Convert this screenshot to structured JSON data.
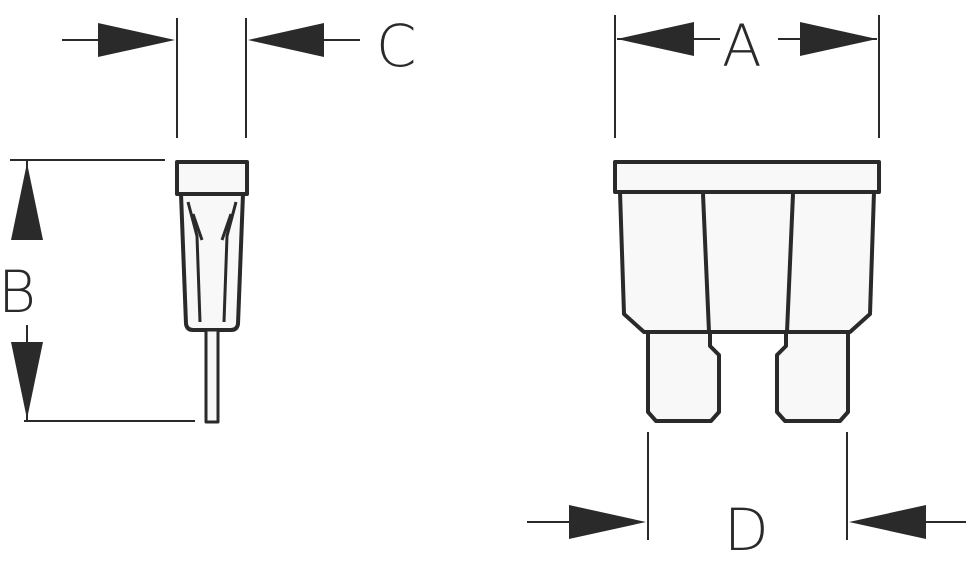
{
  "dimensions": {
    "a": "A",
    "b": "B",
    "c": "C",
    "d": "D"
  },
  "colors": {
    "line": "#2a2a2a",
    "part_fill": "#f8f8f8",
    "background": "#ffffff"
  }
}
